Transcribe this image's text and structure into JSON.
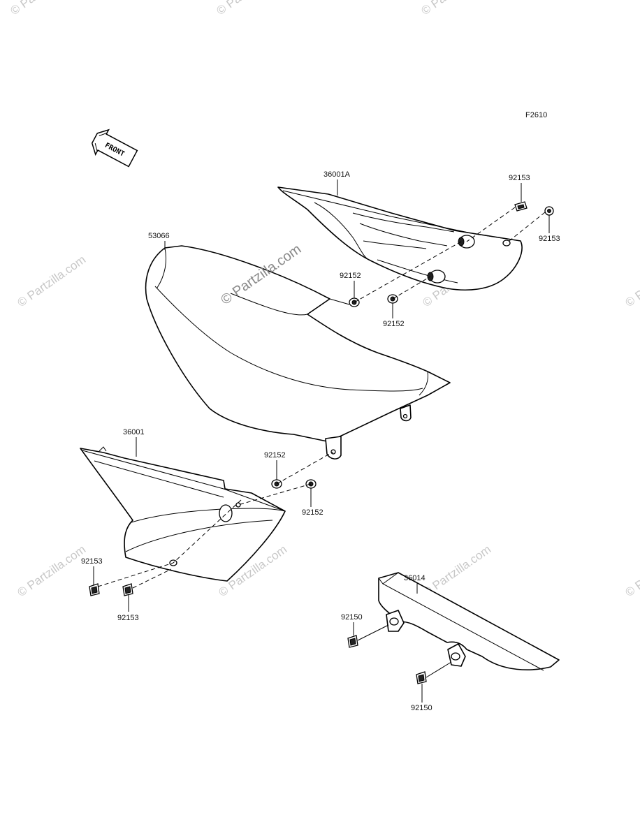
{
  "diagram_code": "F2610",
  "front_label": "FRONT",
  "parts": {
    "seat": "53066",
    "side_cover_left": "36001",
    "side_cover_right": "36001A",
    "chain_cover": "36014"
  },
  "hardware": {
    "bolt_92153": "92153",
    "grommet_92152": "92152",
    "bolt_92150": "92150"
  },
  "watermark": {
    "main": "© Partzilla.com",
    "repeat": "© Partzilla.com"
  }
}
